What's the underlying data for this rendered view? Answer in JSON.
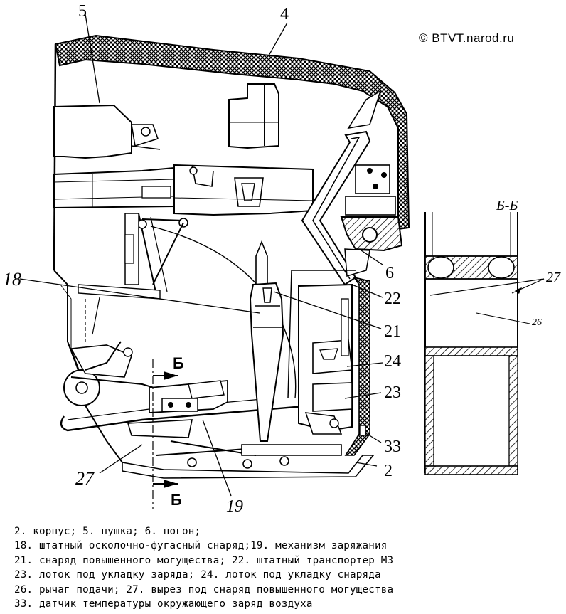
{
  "copyright": "© BTVT.narod.ru",
  "callouts": {
    "c5": "5",
    "c4": "4",
    "c18": "18",
    "c6": "6",
    "c22": "22",
    "c21": "21",
    "c24": "24",
    "c23": "23",
    "c33": "33",
    "c2": "2",
    "c27": "27",
    "c19": "19",
    "c27r": "27",
    "c26": "26"
  },
  "section": {
    "title": "Б-Б",
    "mark_top": "Б",
    "mark_bottom": "Б"
  },
  "legend": [
    "2. корпус; 5. пушка; 6. погон;",
    "18. штатный осколочно-фугасный снаряд;19. механизм заряжания",
    "21. снаряд повышенного могущества; 22. штатный транспортер МЗ",
    "23. лоток под укладку заряда; 24. лоток под укладку снаряда",
    "26. рычаг подачи; 27. вырез под снаряд повышенного могущества",
    "33. датчик температуры окружающего заряд воздуха"
  ]
}
